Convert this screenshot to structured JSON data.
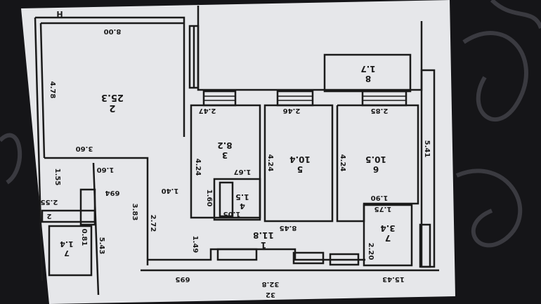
{
  "plan": {
    "north_mark": "H",
    "rooms": [
      {
        "number": "2",
        "area": "25.3"
      },
      {
        "number": "3",
        "area": "8.2"
      },
      {
        "number": "5",
        "area": "10.4"
      },
      {
        "number": "6",
        "area": "10.5"
      },
      {
        "number": "8",
        "area": "1.7"
      },
      {
        "number": "1",
        "area": "11.8"
      },
      {
        "number": "4",
        "area": "1.5"
      },
      {
        "number": "7",
        "area": "3.4"
      },
      {
        "number": "7",
        "area": "1.4"
      }
    ],
    "dimensions": [
      "8.00",
      "4.78",
      "3.60",
      "2.47",
      "4.24",
      "1.67",
      "2.46",
      "4.24",
      "2.85",
      "4.24",
      "5.41",
      "1.90",
      "1.75",
      "2.20",
      "8.45",
      "1.05",
      "1.60",
      "1.40",
      "2.72",
      "1.49",
      "3.83",
      "1.60",
      "694",
      "1.55",
      "2.55",
      "2",
      "0.81",
      "5.43",
      "695",
      "32.8",
      "32",
      "15.43"
    ]
  },
  "colors": {
    "paper": "#e6e7ea",
    "ink": "#1b1b1b",
    "background": "#151518"
  }
}
